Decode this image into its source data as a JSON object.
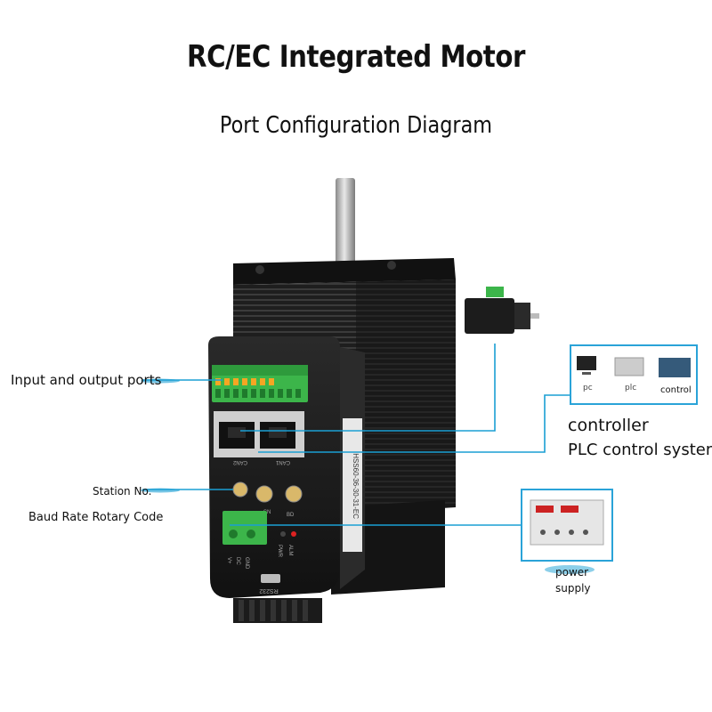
{
  "title": "RC/EC Integrated Motor",
  "subtitle": "Port Configuration Diagram",
  "labels": {
    "io_ports": "Input and output ports",
    "station": "Station No.",
    "baud": "Baud Rate Rotary Code",
    "controller": "controller",
    "plc_system": "PLC control system",
    "power_1": "power",
    "power_2": "supply"
  },
  "device_icons": {
    "pc": "pc",
    "plc": "plc",
    "control": "control"
  },
  "device_markings": {
    "can2": "CAN2",
    "can1": "CAN1",
    "rs232": "RS232",
    "pwr": "PWR",
    "alm": "ALM",
    "gnd": "GND",
    "dc": "DC",
    "v": "V+",
    "sn": "SN",
    "bd": "BD",
    "model": "IHSS60-36-30-31-EC"
  },
  "colors": {
    "connector": "#1a9fd4",
    "box_border": "#2aa3d8",
    "terminal_green": "#3cb54a",
    "terminal_orange": "#f5a623",
    "body": "#1c1c1c"
  }
}
